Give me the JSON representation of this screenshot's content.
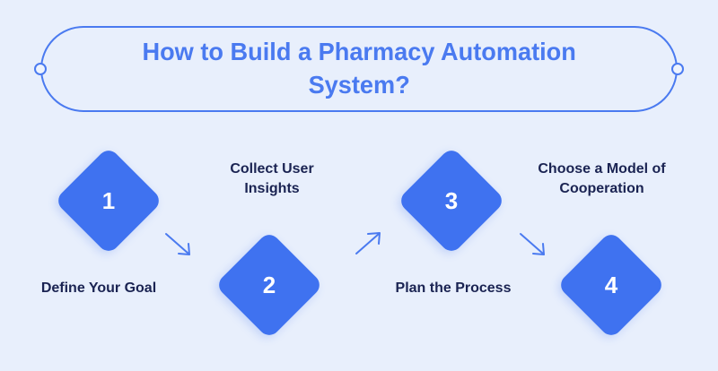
{
  "colors": {
    "background": "#e8effc",
    "accent_blue": "#3f72f0",
    "title_blue": "#4a7af0",
    "label_navy": "#1a2352",
    "number_white": "#ffffff"
  },
  "title": {
    "line1": "How to Build a Pharmacy Automation",
    "line2": "System?",
    "full": "How to Build a Pharmacy Automation System?"
  },
  "steps": [
    {
      "number": "1",
      "label": "Define Your Goal"
    },
    {
      "number": "2",
      "label_line1": "Collect User",
      "label_line2": "Insights",
      "label": "Collect User Insights"
    },
    {
      "number": "3",
      "label": "Plan the Process"
    },
    {
      "number": "4",
      "label_line1": "Choose a Model of",
      "label_line2": "Cooperation",
      "label": "Choose a Model of Cooperation"
    }
  ],
  "arrows": [
    {
      "name": "arrow-step1-to-step2",
      "direction": "down-right"
    },
    {
      "name": "arrow-step2-to-step3",
      "direction": "up-right"
    },
    {
      "name": "arrow-step3-to-step4",
      "direction": "down-right"
    }
  ]
}
